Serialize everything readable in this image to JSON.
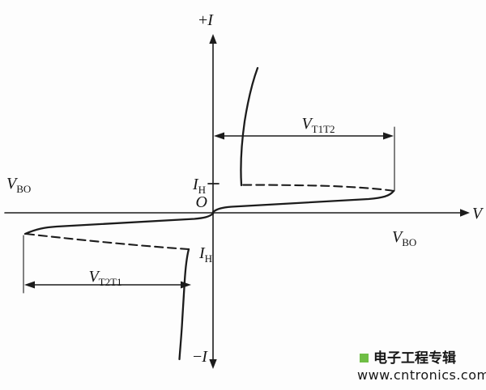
{
  "axes": {
    "current_positive": {
      "sign": "+",
      "letter": "I"
    },
    "current_negative": {
      "sign": "−",
      "letter": "I"
    },
    "voltage": "V",
    "origin": "O"
  },
  "points": {
    "vbo_left": {
      "letter": "V",
      "sub": "BO"
    },
    "vbo_right": {
      "letter": "V",
      "sub": "BO"
    },
    "ih_upper": {
      "letter": "I",
      "sub": "H"
    },
    "ih_lower": {
      "letter": "I",
      "sub": "H"
    }
  },
  "dimensions": {
    "upper": {
      "letter": "V",
      "sub": "T1T2"
    },
    "lower": {
      "letter": "V",
      "sub": "T2T1"
    }
  },
  "watermark": {
    "brand": "电子工程专辑",
    "url": "www.cntronics.com",
    "color": "#6fbe45"
  },
  "colors": {
    "ink": "#1c1c1c",
    "red_segment": "#a0462e"
  }
}
